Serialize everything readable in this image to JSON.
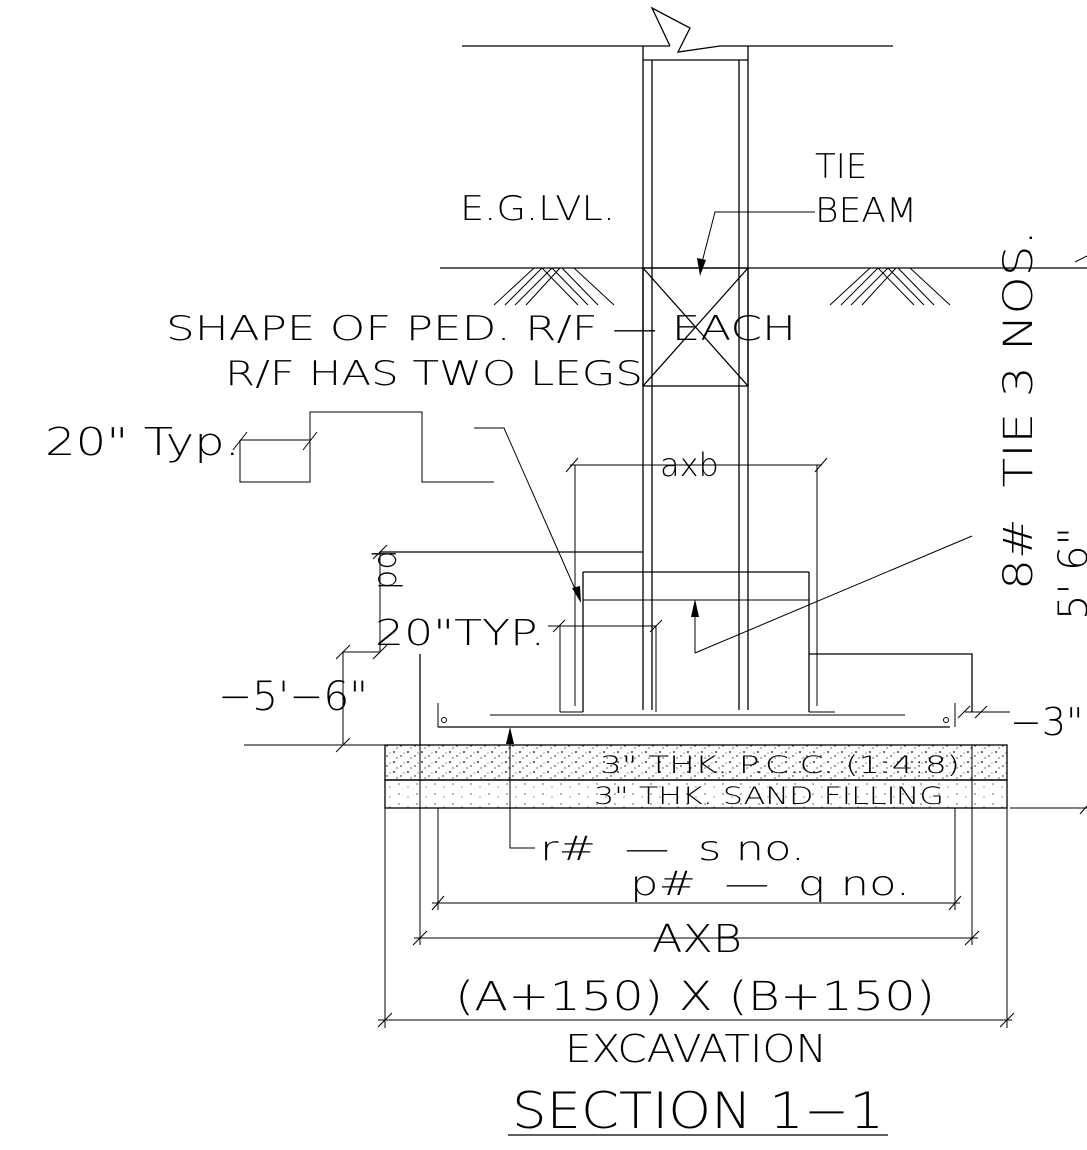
{
  "labels": {
    "eg_level": "E.G.LVL.",
    "tie": "TIE",
    "beam": "BEAM",
    "ped_shape_line1": "SHAPE OF PED. R/F — EACH",
    "ped_shape_line2": "R/F HAS TWO LEGS",
    "typ_20_upper": "20\" Typ.",
    "axb_small": "axb",
    "pd": "pd",
    "typ_20_lower": "20\"TYP.",
    "depth_5_6": "−5'−6\"",
    "offset_3": "−3\"",
    "pcc_layer": "3\" THK. P.C.C. (1:4:8)",
    "sand_layer": "3\" THK. SAND FILLING",
    "bar_r": "r#  —  s no.",
    "bar_p": "p#  —  q no.",
    "axb_large": "AXB",
    "excavation_size": "(A+150) X (B+150)",
    "excavation": "EXCAVATION",
    "section_title": "SECTION 1−1",
    "tie_count": "8#  TIE 3 NOS.",
    "vert_partial": "5' 6\""
  }
}
